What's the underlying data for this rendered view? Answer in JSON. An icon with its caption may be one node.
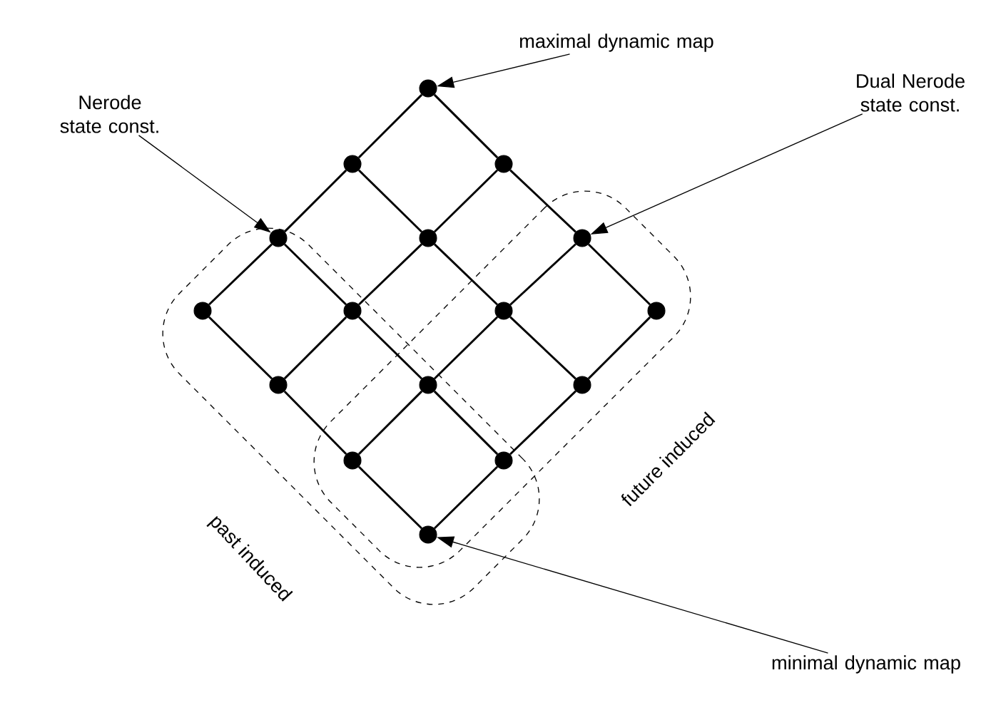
{
  "diagram": {
    "nodes": [
      {
        "text": [
          "maximal dynamic map"
        ]
      },
      {
        "text": [
          "Nerode state const."
        ]
      },
      {
        "text": [
          "Dual Nerode state const."
        ]
      },
      {
        "text": [],
        "shape": "circle"
      },
      {
        "text": [],
        "shape": "circle"
      },
      {
        "text": [],
        "shape": "circle"
      },
      {
        "text": [],
        "shape": "circle"
      },
      {
        "text": [],
        "shape": "circle"
      },
      {
        "text": [],
        "shape": "circle"
      },
      {
        "text": [],
        "shape": "circle"
      },
      {
        "text": [],
        "shape": "circle"
      },
      {
        "text": [],
        "shape": "circle"
      },
      {
        "text": [],
        "shape": "circle"
      },
      {
        "text": [],
        "shape": "circle"
      },
      {
        "text": [],
        "shape": "circle"
      },
      {
        "text": [],
        "shape": "circle"
      },
      {
        "text": [],
        "shape": "circle"
      },
      {
        "text": [],
        "shape": "circle"
      },
      {
        "text": [],
        "shape": "circle"
      },
      {
        "text": [
          "past induced"
        ]
      },
      {
        "text": [
          "future induced"
        ]
      },
      {
        "text": [
          "minimal dynamic map"
        ]
      }
    ],
    "edges": [
      {
        "from": 0,
        "to": 3,
        "arrow": "to"
      },
      {
        "from": 1,
        "to": 6,
        "arrow": "to"
      },
      {
        "from": 2,
        "to": 8,
        "arrow": "to"
      },
      {
        "from": 21,
        "to": 18,
        "arrow": "to"
      },
      {
        "from": 3,
        "to": 4,
        "arrow": "none"
      },
      {
        "from": 3,
        "to": 5,
        "arrow": "none"
      },
      {
        "from": 4,
        "to": 6,
        "arrow": "none"
      },
      {
        "from": 4,
        "to": 7,
        "arrow": "none"
      },
      {
        "from": 5,
        "to": 7,
        "arrow": "none"
      },
      {
        "from": 5,
        "to": 8,
        "arrow": "none"
      },
      {
        "from": 6,
        "to": 9,
        "arrow": "none"
      },
      {
        "from": 6,
        "to": 10,
        "arrow": "none"
      },
      {
        "from": 7,
        "to": 10,
        "arrow": "none"
      },
      {
        "from": 7,
        "to": 11,
        "arrow": "none"
      },
      {
        "from": 8,
        "to": 11,
        "arrow": "none"
      },
      {
        "from": 8,
        "to": 12,
        "arrow": "none"
      },
      {
        "from": 9,
        "to": 13,
        "arrow": "none"
      },
      {
        "from": 10,
        "to": 13,
        "arrow": "none"
      },
      {
        "from": 10,
        "to": 14,
        "arrow": "none"
      },
      {
        "from": 11,
        "to": 14,
        "arrow": "none"
      },
      {
        "from": 11,
        "to": 15,
        "arrow": "none"
      },
      {
        "from": 12,
        "to": 15,
        "arrow": "none"
      },
      {
        "from": 13,
        "to": 16,
        "arrow": "none"
      },
      {
        "from": 14,
        "to": 16,
        "arrow": "none"
      },
      {
        "from": 14,
        "to": 17,
        "arrow": "none"
      },
      {
        "from": 15,
        "to": 17,
        "arrow": "none"
      },
      {
        "from": 16,
        "to": 18,
        "arrow": "none"
      },
      {
        "from": 17,
        "to": 18,
        "arrow": "none"
      }
    ]
  }
}
